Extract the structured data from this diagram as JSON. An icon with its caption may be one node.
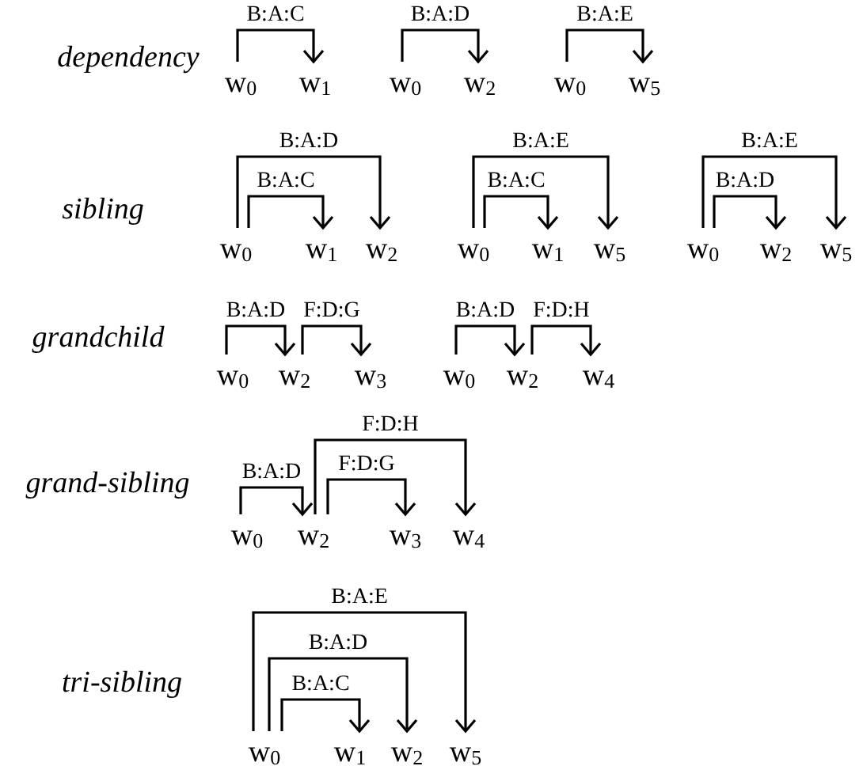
{
  "diagram": {
    "nodes": [
      {
        "text": [
          "w$_{0}$"
        ]
      },
      {
        "text": [
          "w$_{1}$"
        ]
      },
      {
        "text": [
          "w$_{0}$"
        ]
      },
      {
        "text": [
          "w$_{2}$"
        ]
      },
      {
        "text": [
          "w$_{0}$"
        ]
      },
      {
        "text": [
          "w$_{5}$"
        ]
      },
      {
        "text": [
          "w$_{0}$"
        ]
      },
      {
        "text": [
          "w$_{1}$"
        ]
      },
      {
        "text": [
          "w$_{2}$"
        ]
      },
      {
        "text": [
          "w$_{0}$"
        ]
      },
      {
        "text": [
          "w$_{1}$"
        ]
      },
      {
        "text": [
          "w$_{5}$"
        ]
      },
      {
        "text": [
          "w$_{0}$"
        ]
      },
      {
        "text": [
          "w$_{2}$"
        ]
      },
      {
        "text": [
          "w$_{5}$"
        ]
      },
      {
        "text": [
          "w$_{0}$"
        ]
      },
      {
        "text": [
          "w$_{2}$"
        ]
      },
      {
        "text": [
          "w$_{3}$"
        ]
      },
      {
        "text": [
          "w$_{0}$"
        ]
      },
      {
        "text": [
          "w$_{2}$"
        ]
      },
      {
        "text": [
          "w$_{4}$"
        ]
      },
      {
        "text": [
          "w$_{0}$"
        ]
      },
      {
        "text": [
          "w$_{2}$"
        ]
      },
      {
        "text": [
          "w$_{3}$"
        ]
      },
      {
        "text": [
          "w$_{4}$"
        ]
      },
      {
        "text": [
          "w$_{0}$"
        ]
      },
      {
        "text": [
          "w$_{1}$"
        ]
      },
      {
        "text": [
          "w$_{2}$"
        ]
      },
      {
        "text": [
          "w$_{5}$"
        ]
      }
    ],
    "edges": [
      {
        "from": 0,
        "to": 1,
        "arrow": "to",
        "label": "B:A:C"
      },
      {
        "from": 2,
        "to": 3,
        "arrow": "to",
        "label": "B:A:D"
      },
      {
        "from": 4,
        "to": 5,
        "arrow": "to",
        "label": "B:A:E"
      },
      {
        "from": 6,
        "to": 8,
        "arrow": "to",
        "label": "B:A:D"
      },
      {
        "from": 6,
        "to": 7,
        "arrow": "to",
        "label": "B:A:C"
      },
      {
        "from": 9,
        "to": 11,
        "arrow": "to",
        "label": "B:A:E"
      },
      {
        "from": 9,
        "to": 10,
        "arrow": "to",
        "label": "B:A:C"
      },
      {
        "from": 12,
        "to": 14,
        "arrow": "to",
        "label": "B:A:E"
      },
      {
        "from": 12,
        "to": 13,
        "arrow": "to",
        "label": "B:A:D"
      },
      {
        "from": 15,
        "to": 16,
        "arrow": "to",
        "label": "B:A:D"
      },
      {
        "from": 16,
        "to": 17,
        "arrow": "to",
        "label": "F:D:G"
      },
      {
        "from": 18,
        "to": 19,
        "arrow": "to",
        "label": "B:A:D"
      },
      {
        "from": 19,
        "to": 20,
        "arrow": "to",
        "label": "F:D:H"
      },
      {
        "from": 21,
        "to": 22,
        "arrow": "to",
        "label": "B:A:D"
      },
      {
        "from": 22,
        "to": 24,
        "arrow": "to",
        "label": "F:D:H"
      },
      {
        "from": 22,
        "to": 23,
        "arrow": "to",
        "label": "F:D:G"
      },
      {
        "from": 25,
        "to": 28,
        "arrow": "to",
        "label": "B:A:E"
      },
      {
        "from": 25,
        "to": 27,
        "arrow": "to",
        "label": "B:A:D"
      },
      {
        "from": 25,
        "to": 26,
        "arrow": "to",
        "label": "B:A:C"
      }
    ],
    "labels": [
      "dependency",
      "sibling",
      "grandchild",
      "grand-sibling",
      "tri-sibling"
    ]
  }
}
